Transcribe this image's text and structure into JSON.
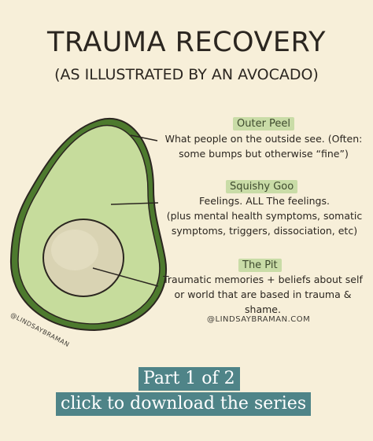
{
  "header": {
    "title": "TRAUMA RECOVERY",
    "subtitle": "(AS ILLUSTRATED BY AN AVOCADO)"
  },
  "labels": {
    "peel": {
      "heading": "Outer Peel",
      "line1": "What people on the outside see. (Often:",
      "line2": "some bumps but otherwise “fine”)"
    },
    "goo": {
      "heading": "Squishy Goo",
      "line1": "Feelings. ALL The feelings.",
      "line2": "(plus mental health symptoms, somatic",
      "line3": "symptoms, triggers, dissociation, etc)"
    },
    "pit": {
      "heading": "The Pit",
      "line1": "Traumatic memories + beliefs about self",
      "line2": "or world that are based in trauma & shame."
    }
  },
  "credits": {
    "main": "@LINDSAYBRAMAN.COM",
    "avocado": "@LINDSAYBRAMAN"
  },
  "cta": {
    "part": "Part 1 of 2",
    "download": "click to download the series"
  },
  "colors": {
    "background": "#f7efd9",
    "peel_dark": "#4d7a2e",
    "flesh": "#c6dc9c",
    "pit": "#d9d3b3",
    "highlight": "#c9dca7",
    "cta_bg": "#4f8488"
  }
}
